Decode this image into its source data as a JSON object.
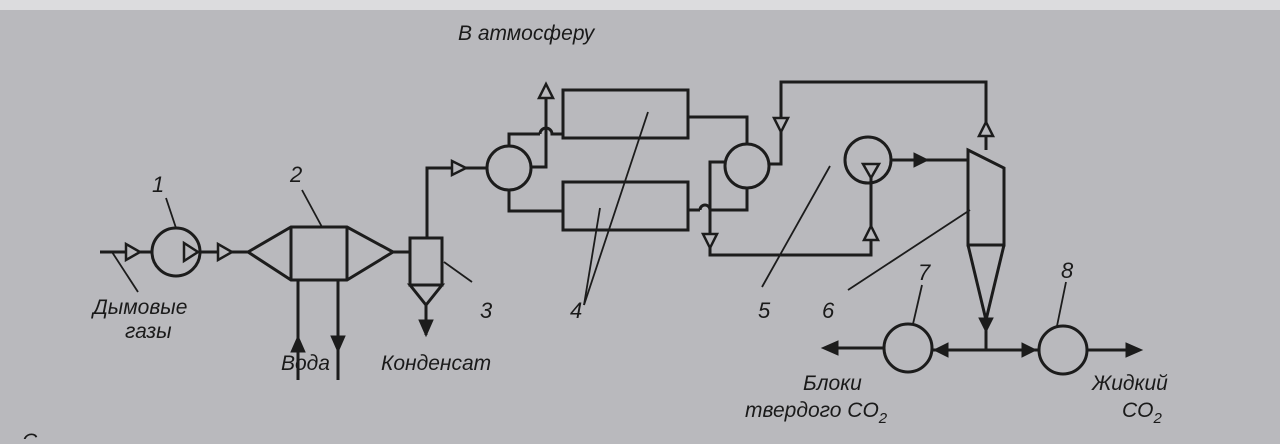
{
  "diagram": {
    "labels": {
      "flue_gases_1": "Дымовые",
      "flue_gases_2": "газы",
      "water": "Вода",
      "condensate": "Конденсат",
      "to_atmosphere": "В атмосферу",
      "dry_ice_1": "Блоки",
      "dry_ice_2": "твердого CO",
      "dry_ice_sub": "2",
      "liquid_1": "Жидкий",
      "liquid_2": "CO",
      "liquid_sub": "2",
      "caption_fragment": "С"
    },
    "numbers": {
      "n1": "1",
      "n2": "2",
      "n3": "3",
      "n4": "4",
      "n5": "5",
      "n6": "6",
      "n7": "7",
      "n8": "8"
    }
  }
}
